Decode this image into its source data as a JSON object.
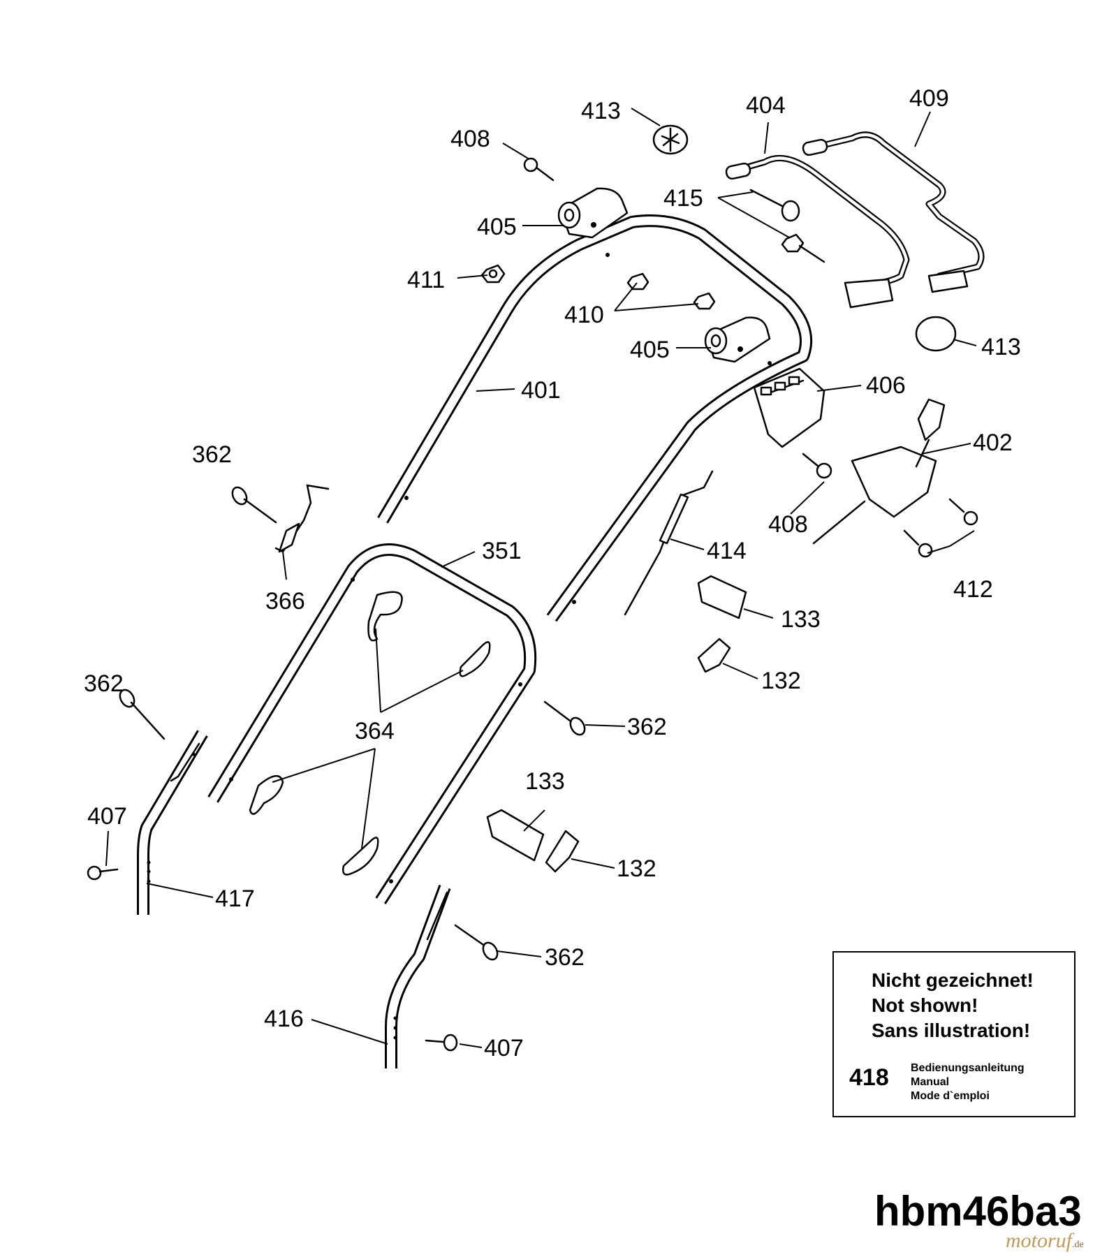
{
  "diagram": {
    "labels": {
      "p413a": "413",
      "p404": "404",
      "p409": "409",
      "p408a": "408",
      "p415": "415",
      "p405a": "405",
      "p411": "411",
      "p410": "410",
      "p413b": "413",
      "p405b": "405",
      "p401": "401",
      "p406": "406",
      "p402": "402",
      "p362a": "362",
      "p408b": "408",
      "p414": "414",
      "p412": "412",
      "p366": "366",
      "p351": "351",
      "p133a": "133",
      "p132a": "132",
      "p362b": "362",
      "p364": "364",
      "p362c": "362",
      "p133b": "133",
      "p407a": "407",
      "p132b": "132",
      "p417": "417",
      "p362d": "362",
      "p416": "416",
      "p407b": "407"
    }
  },
  "note": {
    "line1": "Nicht gezeichnet!",
    "line2": "Not shown!",
    "line3": "Sans illustration!",
    "part_number": "418",
    "desc_de": "Bedienungsanleitung",
    "desc_en": "Manual",
    "desc_fr": "Mode d`emploi"
  },
  "model_code": "hbm46ba3",
  "watermark": {
    "brand": "motoruf",
    "suffix": ".de"
  }
}
